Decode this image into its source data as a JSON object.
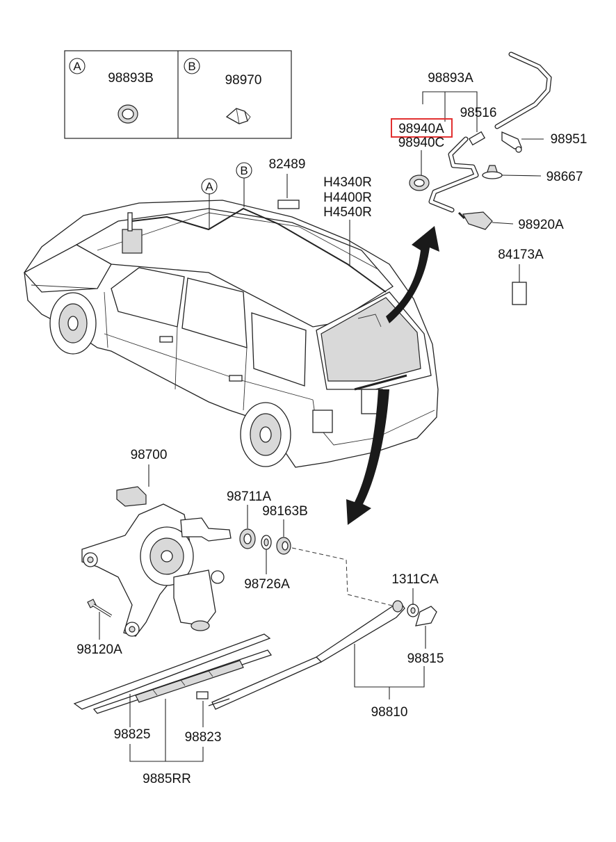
{
  "inset": {
    "a": {
      "letter": "A",
      "part": "98893B"
    },
    "b": {
      "letter": "B",
      "part": "98970"
    }
  },
  "callouts": {
    "a": "A",
    "b": "B"
  },
  "labels": {
    "l82489": "82489",
    "h4340r": "H4340R",
    "h4400r": "H4400R",
    "h4540r": "H4540R",
    "l98893a": "98893A",
    "l98940a": "98940A",
    "l98940c": "98940C",
    "l98516": "98516",
    "l98951": "98951",
    "l98667": "98667",
    "l98920a": "98920A",
    "l84173a": "84173A",
    "l98700": "98700",
    "l98711a": "98711A",
    "l98163b": "98163B",
    "l98726a": "98726A",
    "l1311ca": "1311CA",
    "l98120a": "98120A",
    "l98815": "98815",
    "l98810": "98810",
    "l98825": "98825",
    "l98823": "98823",
    "l9885rr": "9885RR"
  },
  "highlight_color": "#e23030",
  "arrow_color": "#1a1a1a"
}
